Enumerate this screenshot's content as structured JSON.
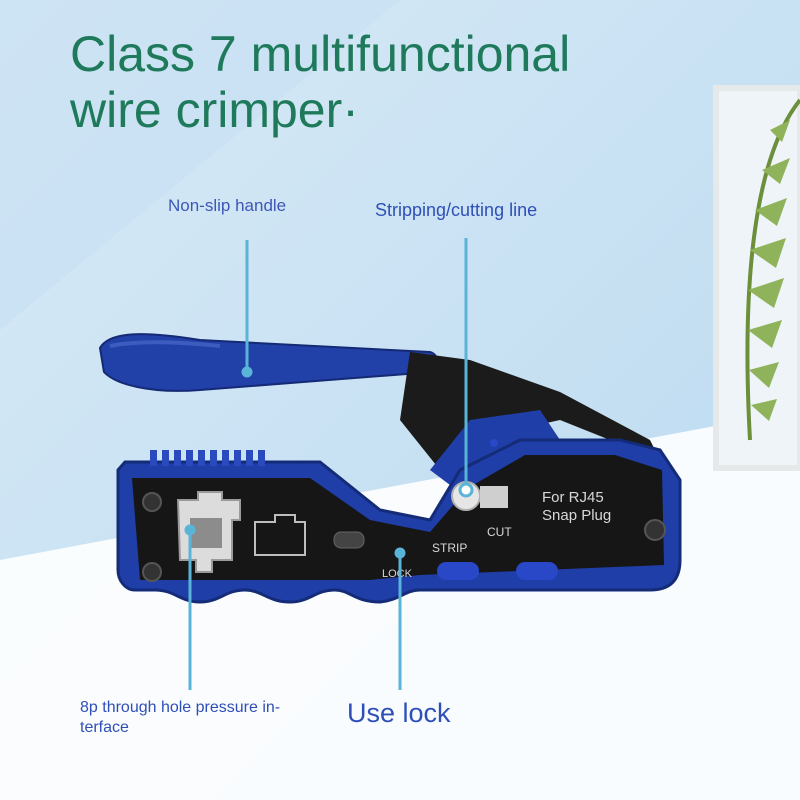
{
  "title": {
    "line1": "Class 7 multifunctional",
    "line2": "wire crimper·"
  },
  "callouts": {
    "non_slip_handle": "Non-slip handle",
    "stripping_cutting_line": "Stripping/cutting line",
    "through_hole": "8p through hole pressure in-terface",
    "use_lock": "Use lock"
  },
  "tool_labels": {
    "for_rj45": "For RJ45",
    "snap_plug": "Snap Plug",
    "strip": "STRIP",
    "cut": "CUT",
    "lock": "LOCK"
  },
  "colors": {
    "title": "#1f7a5c",
    "callout_text": "#2f4fb6",
    "leader_line": "#5ab4d8",
    "tool_blue": "#1f3ea8",
    "tool_black": "#1a1a1a"
  }
}
